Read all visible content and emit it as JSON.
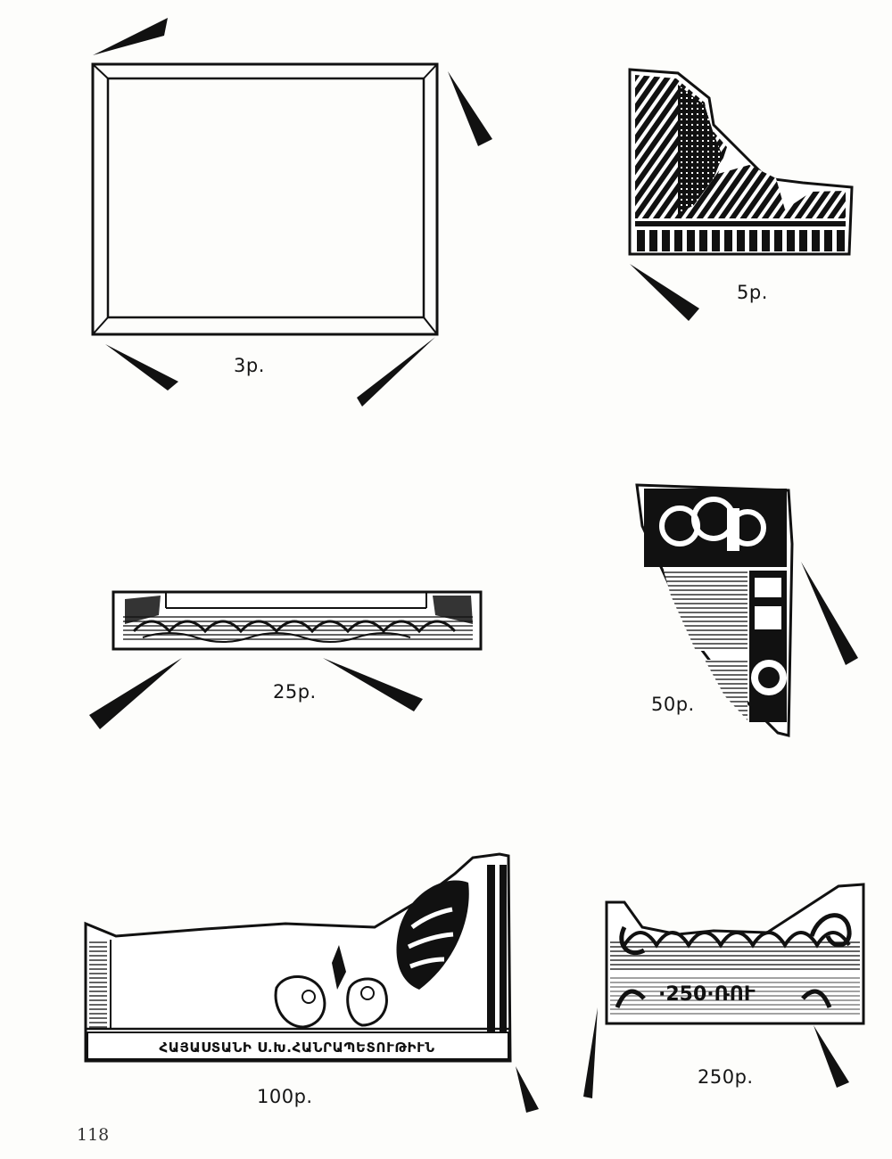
{
  "fragments": [
    {
      "id": "3",
      "label": "3р."
    },
    {
      "id": "5",
      "label": "5р."
    },
    {
      "id": "25",
      "label": "25р."
    },
    {
      "id": "50",
      "label": "50р."
    },
    {
      "id": "100",
      "label": "100р.",
      "inscription": "ՀԱՅԱՍՏԱՆԻ Ս.Խ.ՀԱՆՐԱՊԵՏՈՒԹԻՒՆ"
    },
    {
      "id": "250",
      "label": "250р.",
      "denomination": "·250·ՌՈՒ"
    }
  ],
  "page_number": "118"
}
